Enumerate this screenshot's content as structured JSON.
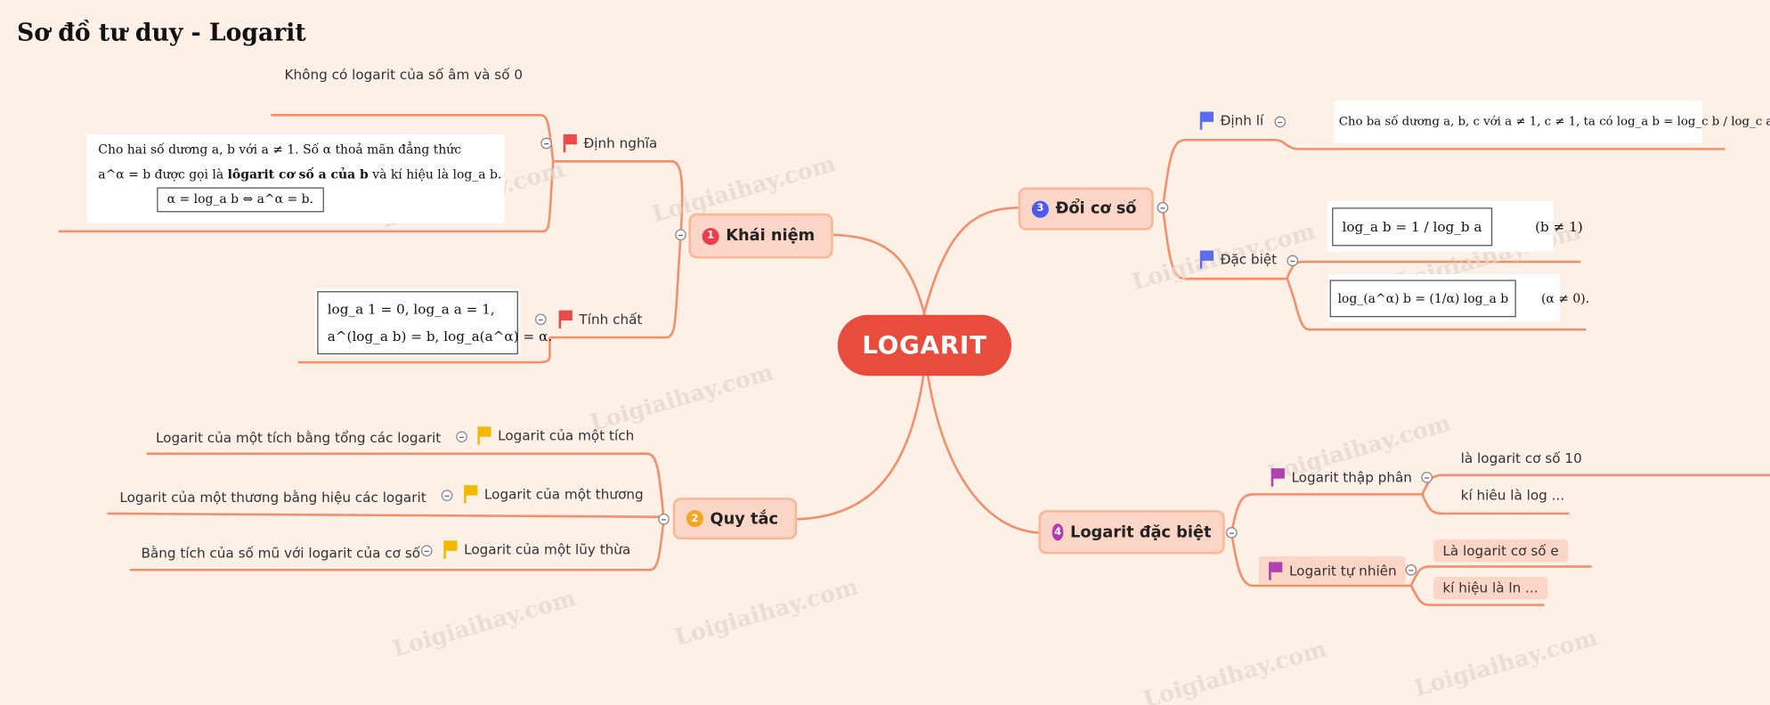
{
  "title": "Sơ đồ tư duy - Logarit",
  "center": "LOGARIT",
  "watermark": "Loigiaihay.com",
  "colors": {
    "line": "#f48d68",
    "center": "#e84c3d",
    "topic_bg": "#fbd5c6"
  },
  "topics": [
    {
      "num": "1",
      "label": "Khái niệm",
      "color": "#e8404a",
      "children": [
        {
          "label": "Định nghĩa",
          "flag": "#e84a4a",
          "note": "Không có logarit của số âm và số 0",
          "math": {
            "line1": "Cho hai số dương a, b với a ≠ 1. Số α thoả mãn đẳng thức",
            "line2a": "a^α = b được gọi là ",
            "line2b": "lôgarit cơ số a của b",
            "line2c": " và kí hiệu là log_a b.",
            "line3": "α = log_a b ⇔ a^α = b."
          }
        },
        {
          "label": "Tính chất",
          "flag": "#e84a4a",
          "math": {
            "line1": "log_a 1 = 0,  log_a a = 1,",
            "line2": "a^(log_a b) = b,  log_a(a^α) = α."
          }
        }
      ]
    },
    {
      "num": "2",
      "label": "Quy tắc",
      "color": "#f5a623",
      "children": [
        {
          "label": "Logarit của một tích",
          "flag": "#f5b800",
          "note": "Logarit của một tích bằng tổng các logarit"
        },
        {
          "label": "Logarit của một thương",
          "flag": "#f5b800",
          "note": "Logarit của một thương bằng hiệu các logarit"
        },
        {
          "label": "Logarit của một lũy thừa",
          "flag": "#f5b800",
          "note": "Bằng tích của số mũ với logarit của cơ số"
        }
      ]
    },
    {
      "num": "3",
      "label": "Đổi cơ số",
      "color": "#4a5cf0",
      "children": [
        {
          "label": "Định lí",
          "flag": "#5a6cf0",
          "math": "Cho ba số dương a, b, c với a ≠ 1, c ≠ 1, ta có  log_a b = log_c b / log_c a."
        },
        {
          "label": "Đặc biệt",
          "flag": "#5a6cf0",
          "math1": "log_a b = 1 / log_b a",
          "cond1": "(b ≠ 1)",
          "math2": "log_(a^α) b = (1/α) log_a b",
          "cond2": "(α ≠ 0)."
        }
      ]
    },
    {
      "num": "4",
      "label": "Logarit đặc biệt",
      "color": "#b03ab0",
      "children": [
        {
          "label": "Logarit thập phân",
          "flag": "#b040b0",
          "items": [
            "là logarit cơ số 10",
            "kí hiêu là log ..."
          ]
        },
        {
          "label": "Logarit tự nhiên",
          "flag": "#b040b0",
          "items": [
            "Là logarit cơ số e",
            "kí hiệu là ln ..."
          ]
        }
      ]
    }
  ]
}
